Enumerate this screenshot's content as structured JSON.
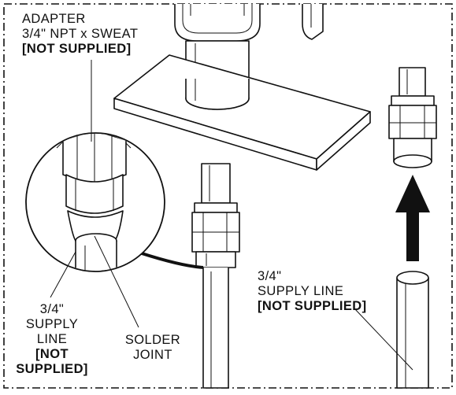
{
  "labels": {
    "adapter_line1": "ADAPTER",
    "adapter_line2": "3/4\" NPT x SWEAT",
    "adapter_line3": "[NOT SUPPLIED]",
    "supply_right_line1": "3/4\"",
    "supply_right_line2": "SUPPLY LINE",
    "supply_right_line3": "[NOT SUPPLIED]",
    "supply_left_line1": "3/4\"",
    "supply_left_line2": "SUPPLY",
    "supply_left_line3": "LINE",
    "supply_left_line4": "[NOT",
    "supply_left_line5": "SUPPLIED]",
    "solder_line1": "SOLDER",
    "solder_line2": "JOINT"
  },
  "colors": {
    "ink": "#111111",
    "background": "#ffffff"
  }
}
